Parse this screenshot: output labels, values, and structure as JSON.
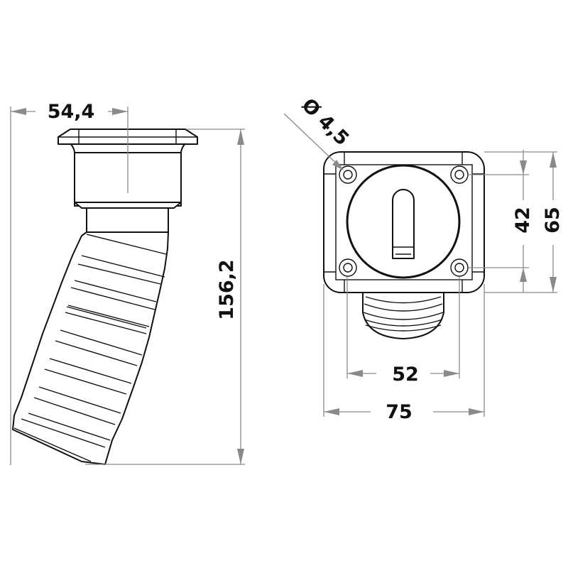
{
  "drawing": {
    "side_view": {
      "width_label": "54,4",
      "height_label": "156,2"
    },
    "top_view": {
      "hole_label": "Ø 4,5",
      "inner_height_label": "42",
      "outer_height_label": "65",
      "inner_width_label": "52",
      "outer_width_label": "75"
    },
    "colors": {
      "outline": "#111111",
      "dimension": "#8a8a8a",
      "background": "#ffffff"
    }
  }
}
